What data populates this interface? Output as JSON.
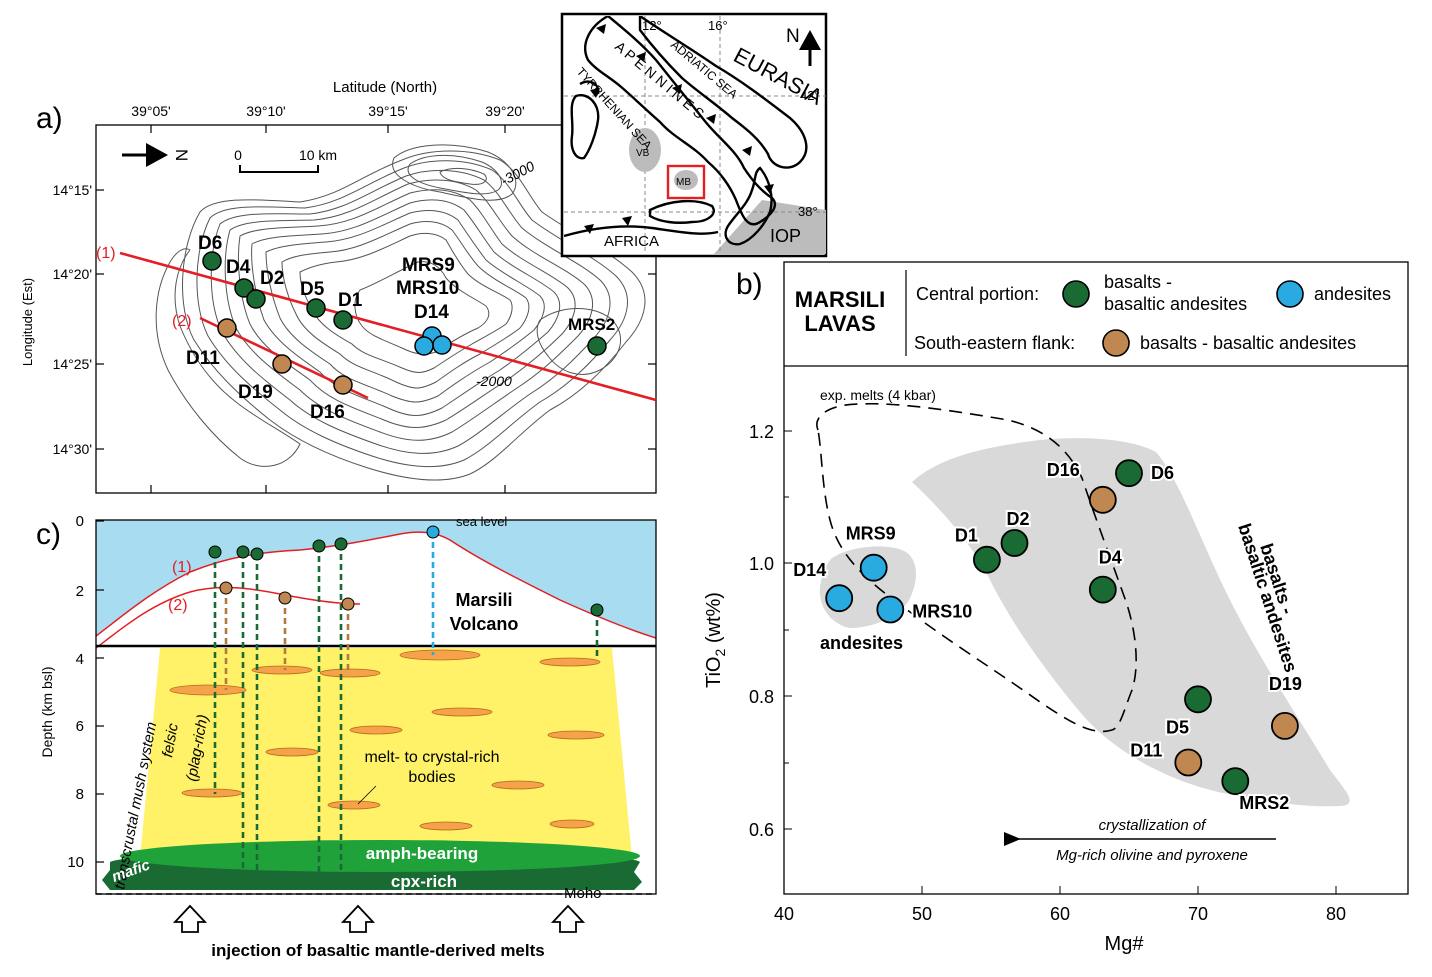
{
  "panel_a": {
    "label": "a)",
    "top_axis_title": "Latitude (North)",
    "top_ticks": [
      "39°05'",
      "39°10'",
      "39°15'",
      "39°20'"
    ],
    "left_axis_title": "Longitude (Est)",
    "left_ticks": [
      "14°15'",
      "14°20'",
      "14°25'",
      "14°30'"
    ],
    "north": "N",
    "scale_zero": "0",
    "scale_len": "10 km",
    "contour_labels": [
      "-3000",
      "-2000"
    ],
    "profile_labels": [
      "(1)",
      "(2)"
    ],
    "samples": {
      "D6": "D6",
      "D4": "D4",
      "D2": "D2",
      "D5": "D5",
      "D1": "D1",
      "MRS9": "MRS9",
      "MRS10": "MRS10",
      "D14": "D14",
      "MRS2": "MRS2",
      "D11": "D11",
      "D19": "D19",
      "D16": "D16"
    }
  },
  "inset": {
    "lon_ticks": [
      "12°",
      "16°"
    ],
    "lat_ticks": [
      "42°",
      "38°"
    ],
    "north": "N",
    "eurasia": "EURASIA",
    "apennines": "A P E N N I N E S",
    "adriatic": "ADRIATIC SEA",
    "tyrrhenian": "TYRRHENIAN SEA",
    "vb": "VB",
    "mb": "MB",
    "africa": "AFRICA",
    "iop": "IOP"
  },
  "panel_b": {
    "label": "b)",
    "legend": {
      "title_line1": "MARSILI",
      "title_line2": "LAVAS",
      "central": "Central portion:",
      "basalts_line1": "basalts -",
      "basalts_line2": "basaltic andesites",
      "andesites": "andesites",
      "se_flank": "South-eastern flank:",
      "se_basalts": "basalts - basaltic andesites"
    },
    "exp_melts": "exp. melts (4 kbar)",
    "field_andesites": "andesites",
    "field_basalts_1": "basalts -",
    "field_basalts_2": "basaltic andesites",
    "arrow_line1": "crystallization of",
    "arrow_line2": "Mg-rich olivine and pyroxene",
    "colors": {
      "central_basalt": "#1a6b33",
      "andesite": "#29abe2",
      "se_basalt": "#c08850"
    }
  },
  "chart_data": {
    "type": "scatter",
    "xlabel": "Mg#",
    "ylabel_main": "TiO",
    "ylabel_sub": "2",
    "ylabel_unit": " (wt%)",
    "xlim": [
      40,
      85
    ],
    "ylim": [
      0.5,
      1.3
    ],
    "x_ticks": [
      40,
      50,
      60,
      70,
      80
    ],
    "y_ticks": [
      0.6,
      0.8,
      1.0,
      1.2
    ],
    "y_tick_labels": [
      "0.6",
      "0.8",
      "1.0",
      "1.2"
    ],
    "series": [
      {
        "group": "central_basalt",
        "points": [
          {
            "label": "D6",
            "x": 65.0,
            "y": 1.135
          },
          {
            "label": "D2",
            "x": 56.7,
            "y": 1.03
          },
          {
            "label": "D1",
            "x": 54.7,
            "y": 1.005
          },
          {
            "label": "D4",
            "x": 63.1,
            "y": 0.96
          },
          {
            "label": "D5",
            "x": 70.0,
            "y": 0.795
          },
          {
            "label": "MRS2",
            "x": 72.7,
            "y": 0.672
          }
        ]
      },
      {
        "group": "andesite",
        "points": [
          {
            "label": "MRS9",
            "x": 46.5,
            "y": 0.993
          },
          {
            "label": "D14",
            "x": 44.0,
            "y": 0.947
          },
          {
            "label": "MRS10",
            "x": 47.7,
            "y": 0.93
          }
        ]
      },
      {
        "group": "se_basalt",
        "points": [
          {
            "label": "D16",
            "x": 63.1,
            "y": 1.095
          },
          {
            "label": "D19",
            "x": 76.3,
            "y": 0.755
          },
          {
            "label": "D11",
            "x": 69.3,
            "y": 0.7
          }
        ]
      }
    ]
  },
  "panel_c": {
    "label": "c)",
    "y_axis_title": "Depth (km bsl)",
    "depth_ticks": [
      "0",
      "2",
      "4",
      "6",
      "8",
      "10"
    ],
    "sea_level": "sea level",
    "volcano_line1": "Marsili",
    "volcano_line2": "Volcano",
    "profile_1": "(1)",
    "profile_2": "(2)",
    "felsic": "felsic",
    "plag_rich": "(plag-rich)",
    "mush": "transcrustal mush system",
    "melt_line1": "melt- to crystal-rich",
    "melt_line2": "bodies",
    "amph": "amph-bearing",
    "cpx": "cpx-rich",
    "mafic": "mafic",
    "moho": "Moho",
    "injection": "injection of basaltic mantle-derived melts"
  }
}
